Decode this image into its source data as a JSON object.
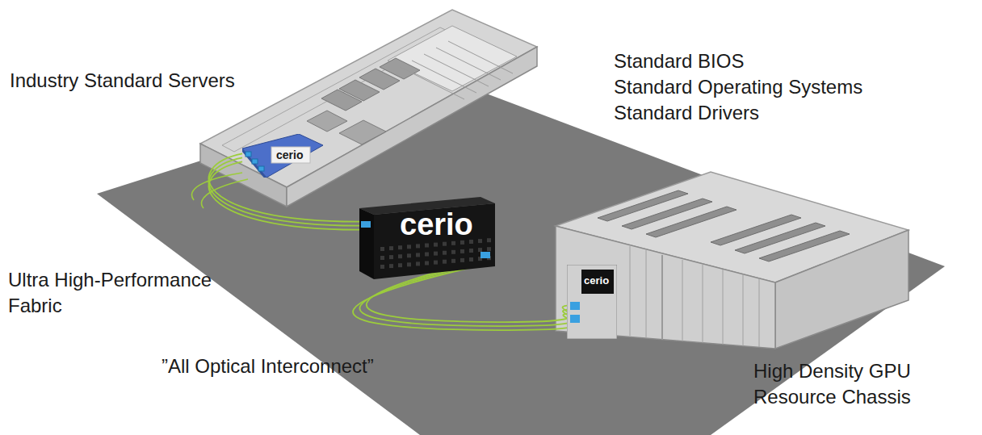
{
  "diagram": {
    "nodes": [
      {
        "text": [
          "cerio"
        ]
      },
      {
        "text": [
          "cerio"
        ]
      },
      {
        "text": [
          "cerio"
        ]
      }
    ],
    "edges": [
      {
        "from": 0,
        "to": 1,
        "arrow": "none"
      },
      {
        "from": 1,
        "to": 2,
        "arrow": "none"
      }
    ],
    "labels": [
      "Industry Standard Servers",
      "Standard BIOS",
      "Standard Operating Systems",
      "Standard Drivers",
      "Ultra High-Performance Fabric",
      "”All Optical Interconnect”",
      "High Density GPU Resource Chassis"
    ]
  }
}
